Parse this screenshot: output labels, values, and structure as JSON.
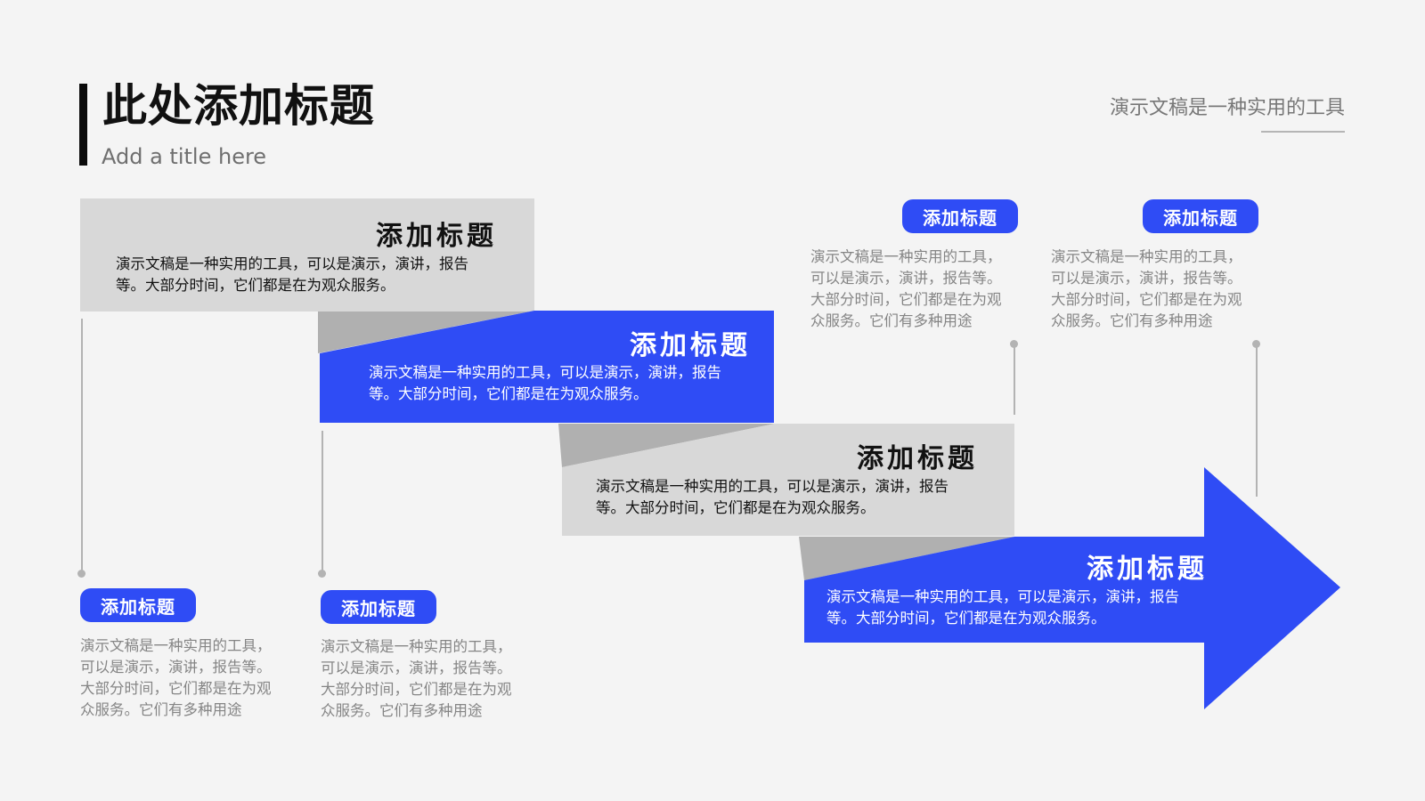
{
  "header": {
    "title": "此处添加标题",
    "subtitle": "Add a title here",
    "tagline": "演示文稿是一种实用的工具"
  },
  "steps": [
    {
      "title": "添加标题",
      "desc_line1": "演示文稿是一种实用的工具，可以是演示，演讲，报告",
      "desc_line2": "等。大部分时间，它们都是在为观众服务。"
    },
    {
      "title": "添加标题",
      "desc_line1": "演示文稿是一种实用的工具，可以是演示，演讲，报告",
      "desc_line2": "等。大部分时间，它们都是在为观众服务。"
    },
    {
      "title": "添加标题",
      "desc_line1": "演示文稿是一种实用的工具，可以是演示，演讲，报告",
      "desc_line2": "等。大部分时间，它们都是在为观众服务。"
    },
    {
      "title": "添加标题",
      "desc_line1": "演示文稿是一种实用的工具，可以是演示，演讲，报告",
      "desc_line2": "等。大部分时间，它们都是在为观众服务。"
    }
  ],
  "callouts": [
    {
      "label": "添加标题",
      "lines": [
        "演示文稿是一种实用的工具，",
        "可以是演示，演讲，报告等。",
        "大部分时间，它们都是在为观",
        "众服务。它们有多种用途"
      ]
    },
    {
      "label": "添加标题",
      "lines": [
        "演示文稿是一种实用的工具，",
        "可以是演示，演讲，报告等。",
        "大部分时间，它们都是在为观",
        "众服务。它们有多种用途"
      ]
    },
    {
      "label": "添加标题",
      "lines": [
        "演示文稿是一种实用的工具，",
        "可以是演示，演讲，报告等。",
        "大部分时间，它们都是在为观",
        "众服务。它们有多种用途"
      ]
    },
    {
      "label": "添加标题",
      "lines": [
        "演示文稿是一种实用的工具，",
        "可以是演示，演讲，报告等。",
        "大部分时间，它们都是在为观",
        "众服务。它们有多种用途"
      ]
    }
  ],
  "colors": {
    "accent": "#2f4cf5",
    "panel_gray": "#d8d8d8",
    "shadow_gray": "#b0b0b0",
    "background": "#f4f4f4"
  }
}
